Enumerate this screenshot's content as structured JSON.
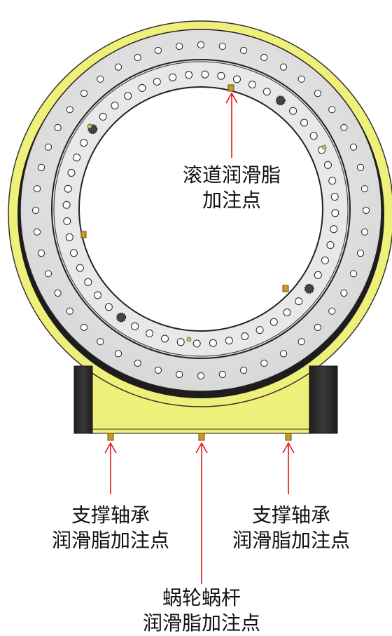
{
  "labels": {
    "raceway": {
      "line1": "滚道润滑脂",
      "line2": "加注点"
    },
    "support_left": {
      "line1": "支撑轴承",
      "line2": "润滑脂加注点"
    },
    "support_right": {
      "line1": "支撑轴承",
      "line2": "润滑脂加注点"
    },
    "worm": {
      "line1": "蜗轮蜗杆",
      "line2": "润滑脂加注点"
    }
  },
  "colors": {
    "housing": "#eef07a",
    "housing_dark": "#cfd24a",
    "ring_face": "#e6e6e6",
    "ring_edge": "#222222",
    "motor_block": "#2b2b2b",
    "arrow": "#e8141c",
    "grease_fitting": "#c99a1e"
  },
  "icons": [
    "grease-fitting-icon",
    "arrow-up-icon"
  ]
}
